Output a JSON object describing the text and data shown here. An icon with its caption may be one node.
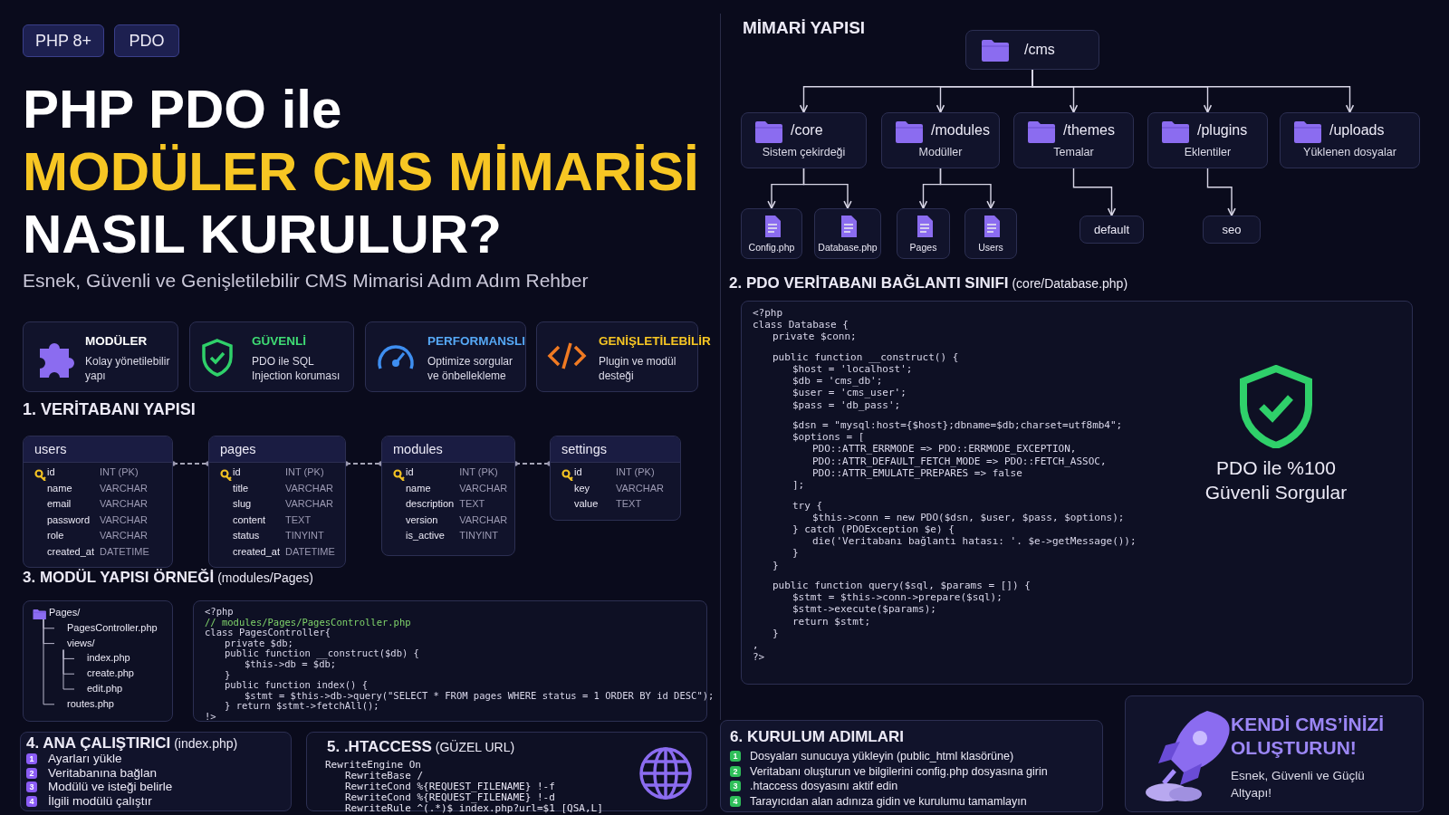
{
  "diagram": {
    "title": "PHP PDO ile **MODÜLER CMS MİMARİSİ** NASIL KURULUR?",
    "nodes": [
      {
        "text": [
          "PHP 8+"
        ]
      },
      {
        "text": [
          "PDO"
        ]
      },
      {
        "text": [
          "MODÜLER",
          "Kolay yönetilebilir yapı"
        ]
      },
      {
        "text": [
          "GÜVENLİ",
          "PDO ile SQL Injection koruması"
        ]
      },
      {
        "text": [
          "PERFORMANSLI",
          "Optimize sorgular ve önbellekleme"
        ]
      },
      {
        "text": [
          "GENİŞLETİLEBİLİR",
          "Plugin ve modül desteği"
        ]
      },
      {
        "text": [
          "users",
          "id",
          "INT (PK)",
          "name",
          "VARCHAR",
          "email",
          "VARCHAR",
          "password",
          "VARCHAR",
          "role",
          "VARCHAR",
          "created_at",
          "DATETIME"
        ]
      },
      {
        "text": [
          "pages",
          "id",
          "INT (PK)",
          "title",
          "VARCHAR",
          "slug",
          "VARCHAR",
          "content",
          "TEXT",
          "status",
          "TINYINT",
          "created_at",
          "DATETIME"
        ]
      },
      {
        "text": [
          "modules",
          "id",
          "INT (PK)",
          "name",
          "VARCHAR",
          "description",
          "TEXT",
          "version",
          "VARCHAR",
          "is_active",
          "TINYINT"
        ]
      },
      {
        "text": [
          "settings",
          "id",
          "INT (PK)",
          "key",
          "VARCHAR",
          "value",
          "TEXT"
        ]
      },
      {
        "text": [
          "Pages/",
          "PagesController.php",
          "views/",
          "index.php",
          "create.php",
          "edit.php",
          "routes.php"
        ]
      },
      {
        "text": [
          "<?php",
          "// modules/Pages/PagesController.php",
          "class PagesController{",
          "private $db;",
          "public function __construct($db) {",
          "$this->db = $db;",
          "}",
          "public function index() {",
          "$stmt = $this->db->query(\"SELECT * FROM pages WHERE status = 1 ORDER BY id DESC\");",
          "} return $stmt->fetchAll();",
          "!>"
        ]
      },
      {
        "text": [
          "**4. ANA ÇALIŞTIRICI** (index.php)",
          "1",
          "Ayarları yükle",
          "2",
          "Veritabanına bağlan",
          "3",
          "Modülü ve isteği belirle",
          "4",
          "İlgili modülü çalıştır"
        ]
      },
      {
        "text": [
          "**5. .HTACCESS** (GÜZEL URL)",
          "RewriteEngine On",
          "RewriteBase /",
          "RewriteCond %{REQUEST_FILENAME} !-f",
          "RewriteCond %{REQUEST_FILENAME} !-d",
          "RewriteRule ^(.*)$ index.php?url=$1 [QSA,L]"
        ]
      },
      {
        "text": [
          "/cms"
        ]
      },
      {
        "text": [
          "/core",
          "Sistem çekirdeği"
        ]
      },
      {
        "text": [
          "/modules",
          "Modüller"
        ]
      },
      {
        "text": [
          "/themes",
          "Temalar"
        ]
      },
      {
        "text": [
          "/plugins",
          "Eklentiler"
        ]
      },
      {
        "text": [
          "/uploads",
          "Yüklenen dosyalar"
        ]
      },
      {
        "text": [
          "Config.php"
        ]
      },
      {
        "text": [
          "Database.php"
        ]
      },
      {
        "text": [
          "Pages"
        ]
      },
      {
        "text": [
          "Users"
        ]
      },
      {
        "text": [
          "default"
        ]
      },
      {
        "text": [
          "seo"
        ]
      },
      {
        "text": [
          "**2. PDO VERİTABANI BAĞLANTI SINIFI** (core/Database.php)",
          "<?php",
          "class Database {",
          "private $conn;",
          "public function __construct() {",
          "$host = 'localhost';",
          "$db = 'cms_db';",
          "$user = 'cms_user';",
          "$pass = 'db_pass';",
          "$dsn = \"mysql:host={$host};dbname=$db;charset=utf8mb4\";",
          "$options = [",
          "PDO::ATTR_ERRMODE => PDO::ERRMODE_EXCEPTION,",
          "PDO::ATTR_DEFAULT_FETCH_MODE => PDO::FETCH_ASSOC,",
          "PDO::ATTR_EMULATE_PREPARES => false",
          "];",
          "try {",
          "$this->conn = new PDO($dsn, $user, $pass, $options);",
          "} catch (PDOException $e) {",
          "die('Veritabanı bağlantı hatası: '. $e->getMessage());",
          "}",
          "}",
          "public function query($sql, $params = []) {",
          "$stmt = $this->conn->prepare($sql);",
          "$stmt->execute($params);",
          "return $stmt;",
          "}",
          ",",
          "?>",
          "PDO ile %100 Güvenli Sorgular"
        ]
      },
      {
        "text": [
          "6. KURULUM ADIMLARI",
          "1",
          "Dosyaları sunucuya yükleyin (public_html klasörüne)",
          "2",
          "Veritabanı oluşturun ve bilgilerini config.php dosyasına girin",
          "3",
          ".htaccess dosyasını aktif edin",
          "4",
          "Tarayıcıdan alan adınıza gidin ve kurulumu tamamlayın"
        ]
      },
      {
        "text": [
          "KENDİ CMS’İNİZİ OLUŞTURUN!",
          "Esnek, Güvenli ve Güçlü Altyapı!"
        ]
      }
    ],
    "edges": [
      {
        "from": 6,
        "to": 7,
        "arrow": "other",
        "style": "dashed"
      },
      {
        "from": 7,
        "to": 8,
        "arrow": "other",
        "style": "dashed"
      },
      {
        "from": 8,
        "to": 9,
        "arrow": "other",
        "style": "dashed"
      },
      {
        "from": 14,
        "to": 15,
        "arrow": "to"
      },
      {
        "from": 14,
        "to": 16,
        "arrow": "to"
      },
      {
        "from": 14,
        "to": 17,
        "arrow": "to"
      },
      {
        "from": 14,
        "to": 18,
        "arrow": "to"
      },
      {
        "from": 14,
        "to": 19,
        "arrow": "to"
      },
      {
        "from": 15,
        "to": 20,
        "arrow": "to"
      },
      {
        "from": 15,
        "to": 21,
        "arrow": "to"
      },
      {
        "from": 16,
        "to": 22,
        "arrow": "to"
      },
      {
        "from": 16,
        "to": 23,
        "arrow": "to"
      },
      {
        "from": 17,
        "to": 24,
        "arrow": "to"
      },
      {
        "from": 18,
        "to": 25,
        "arrow": "to"
      }
    ],
    "labels": [
      "Esnek, Güvenli ve Genişletilebilir CMS Mimarisi Adım Adım Rehber",
      "1. VERİTABANI YAPISI",
      "**3. MODÜL YAPISI ÖRNEĞİ** (modules/Pages)",
      "MİMARİ YAPISI"
    ]
  }
}
